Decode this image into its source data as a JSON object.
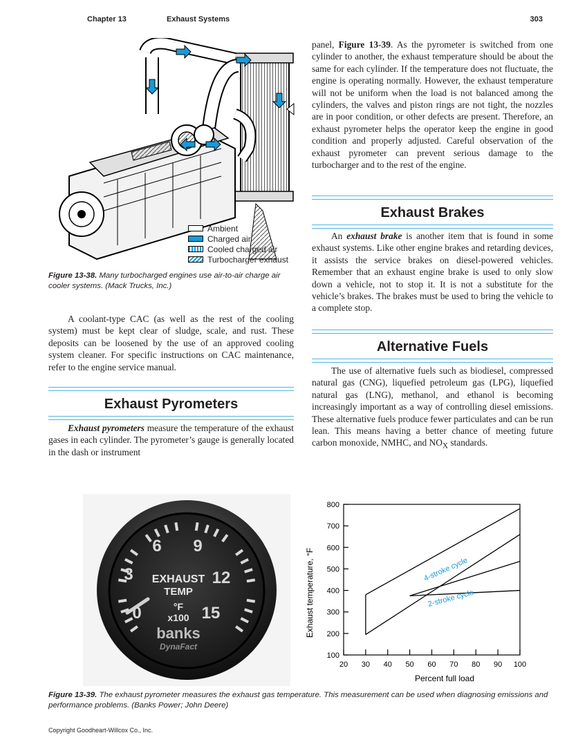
{
  "header": {
    "chapter": "Chapter 13",
    "section": "Exhaust Systems",
    "page_number": "303"
  },
  "figure_38": {
    "legend": [
      {
        "label": "Ambient",
        "color": "#ffffff",
        "pattern": "plain"
      },
      {
        "label": "Charged air",
        "color": "#1a9ad6",
        "pattern": "plain"
      },
      {
        "label": "Cooled charged air",
        "color": "#1a9ad6",
        "pattern": "vertical-stripes"
      },
      {
        "label": "Turbocharger exhaust",
        "color": "#1a9ad6",
        "pattern": "diagonal-stripes"
      }
    ],
    "caption_label": "Figure 13-38.",
    "caption_text": " Many turbocharged engines use air-to-air charge air cooler systems. (Mack Trucks, Inc.)"
  },
  "left_col": {
    "cac_paragraph": "A coolant-type CAC (as well as the rest of the cooling system) must be kept clear of sludge, scale, and rust. These deposits can be loosened by the use of an approved cooling system cleaner. For specific instructions on CAC maintenance, refer to the engine service manual.",
    "pyro_heading": "Exhaust Pyrometers",
    "pyro_term": "Exhaust pyrometers",
    "pyro_text": " measure the temperature of the exhaust gases in each cylinder. The pyrometer’s gauge is generally located in the dash or instrument"
  },
  "right_col": {
    "cont_start": "panel, ",
    "cont_fig": "Figure 13-39",
    "cont_text": ". As the pyrometer is switched from one cylinder to another, the exhaust temperature should be about the same for each cylinder. If the temperature does not fluctuate, the engine is operating normally. However, the exhaust temperature will not be uniform when the load is not balanced among the cylinders, the valves and piston rings are not tight, the nozzles are in poor condition, or other defects are present. Therefore, an exhaust pyrometer helps the operator keep the engine in good condition and properly adjusted. Careful observation of the exhaust pyrometer can prevent serious damage to the turbocharger and to the rest of the engine.",
    "brakes_heading": "Exhaust Brakes",
    "brakes_start": "An ",
    "brakes_term": "exhaust brake",
    "brakes_text": " is another item that is found in some exhaust systems. Like other engine brakes and retarding devices, it assists the service brakes on diesel-powered vehicles. Remember that an exhaust engine brake is used to only slow down a vehicle, not to stop it. It is not a substitute for the vehicle’s brakes. The brakes must be used to bring the vehicle to a complete stop.",
    "fuels_heading": "Alternative Fuels",
    "fuels_text": "The use of alternative fuels such as biodiesel, compressed natural gas (CNG), liquefied petroleum gas (LPG), liquefied natural gas (LNG), methanol, and ethanol is becoming increasingly important as a way of controlling diesel emissions. These alternative fuels produce fewer particulates and can be run lean. This means having a better chance of meeting future carbon monoxide, NMHC, and NO",
    "fuels_sub": "X",
    "fuels_end": " standards."
  },
  "gauge": {
    "numbers": [
      "0",
      "3",
      "6",
      "9",
      "12",
      "15"
    ],
    "line1": "EXHAUST",
    "line2": "TEMP",
    "line3": "°F",
    "line4": "x100",
    "brand": "banks",
    "brand_sub": "DynaFact"
  },
  "chart_data": {
    "type": "line",
    "ylabel": "Exhaust temperature, °F",
    "xlabel": "Percent full load",
    "xlim": [
      20,
      100
    ],
    "ylim": [
      100,
      800
    ],
    "x_ticks": [
      20,
      30,
      40,
      50,
      60,
      70,
      80,
      90,
      100
    ],
    "y_ticks": [
      100,
      200,
      300,
      400,
      500,
      600,
      700,
      800
    ],
    "grid": false,
    "series": [
      {
        "name": "4-stroke cycle",
        "color": "#1a9ad6",
        "upper": [
          [
            30,
            380
          ],
          [
            100,
            780
          ]
        ],
        "lower": [
          [
            30,
            195
          ],
          [
            100,
            660
          ]
        ],
        "left_edge": [
          [
            30,
            195
          ],
          [
            30,
            380
          ]
        ]
      },
      {
        "name": "2-stroke cycle",
        "color": "#1a9ad6",
        "upper": [
          [
            50,
            375
          ],
          [
            100,
            535
          ]
        ],
        "lower": [
          [
            50,
            375
          ],
          [
            100,
            400
          ]
        ]
      }
    ]
  },
  "figure_39": {
    "caption_label": "Figure 13-39.",
    "caption_text": " The exhaust pyrometer measures the exhaust gas temperature. This measurement can be used when diagnosing emissions and performance problems. (Banks Power; John Deere)"
  },
  "footer": {
    "copyright": "Copyright Goodheart-Willcox Co., Inc."
  }
}
